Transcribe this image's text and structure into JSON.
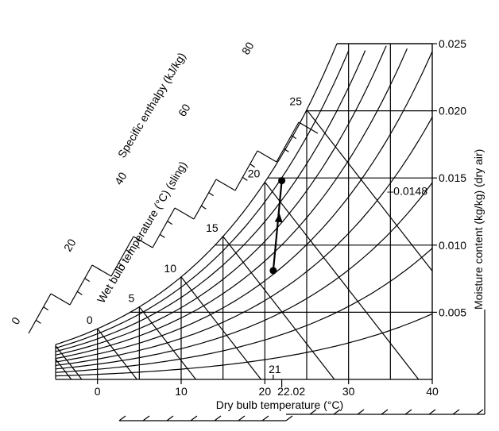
{
  "chart_data": {
    "type": "line",
    "title": "",
    "xlabel": "Dry bulb temperature (°C)",
    "ylabel": "Moisture content (kg/kg) (dry air)",
    "wet_bulb_label": "Wet bulb temperature (°C) (sling)",
    "enthalpy_label": "Specific enthalpy (kJ/kg)",
    "xlim": [
      -5,
      40
    ],
    "ylim": [
      0,
      0.025
    ],
    "x_ticks": [
      {
        "v": 0,
        "label": "0"
      },
      {
        "v": 10,
        "label": "10"
      },
      {
        "v": 20,
        "label": "20"
      },
      {
        "v": 30,
        "label": "30"
      },
      {
        "v": 40,
        "label": "40"
      }
    ],
    "y_ticks": [
      {
        "v": 0.005,
        "label": "0.005"
      },
      {
        "v": 0.01,
        "label": "0.010"
      },
      {
        "v": 0.015,
        "label": "0.015"
      },
      {
        "v": 0.02,
        "label": "0.020"
      },
      {
        "v": 0.025,
        "label": "0.025"
      }
    ],
    "wet_bulb_lines": [
      {
        "t": 0,
        "label": "0"
      },
      {
        "t": 5,
        "label": "5"
      },
      {
        "t": 10,
        "label": "10"
      },
      {
        "t": 15,
        "label": "15"
      },
      {
        "t": 20,
        "label": "20"
      },
      {
        "t": 25,
        "label": "25"
      }
    ],
    "enthalpy_ticks": [
      {
        "v": 0,
        "label": "0"
      },
      {
        "v": 20,
        "label": "20"
      },
      {
        "v": 40,
        "label": "40"
      },
      {
        "v": 60,
        "label": "60"
      },
      {
        "v": 80,
        "label": "80"
      }
    ],
    "process": {
      "points": [
        {
          "x": 21,
          "y": 0.0081
        },
        {
          "x": 22.02,
          "y": 0.0148
        }
      ]
    },
    "annotations": [
      {
        "text": "21",
        "x": 21
      },
      {
        "text": "22.02",
        "x": 22.02
      },
      {
        "text": "–0.0148",
        "y": 0.0148
      }
    ]
  }
}
